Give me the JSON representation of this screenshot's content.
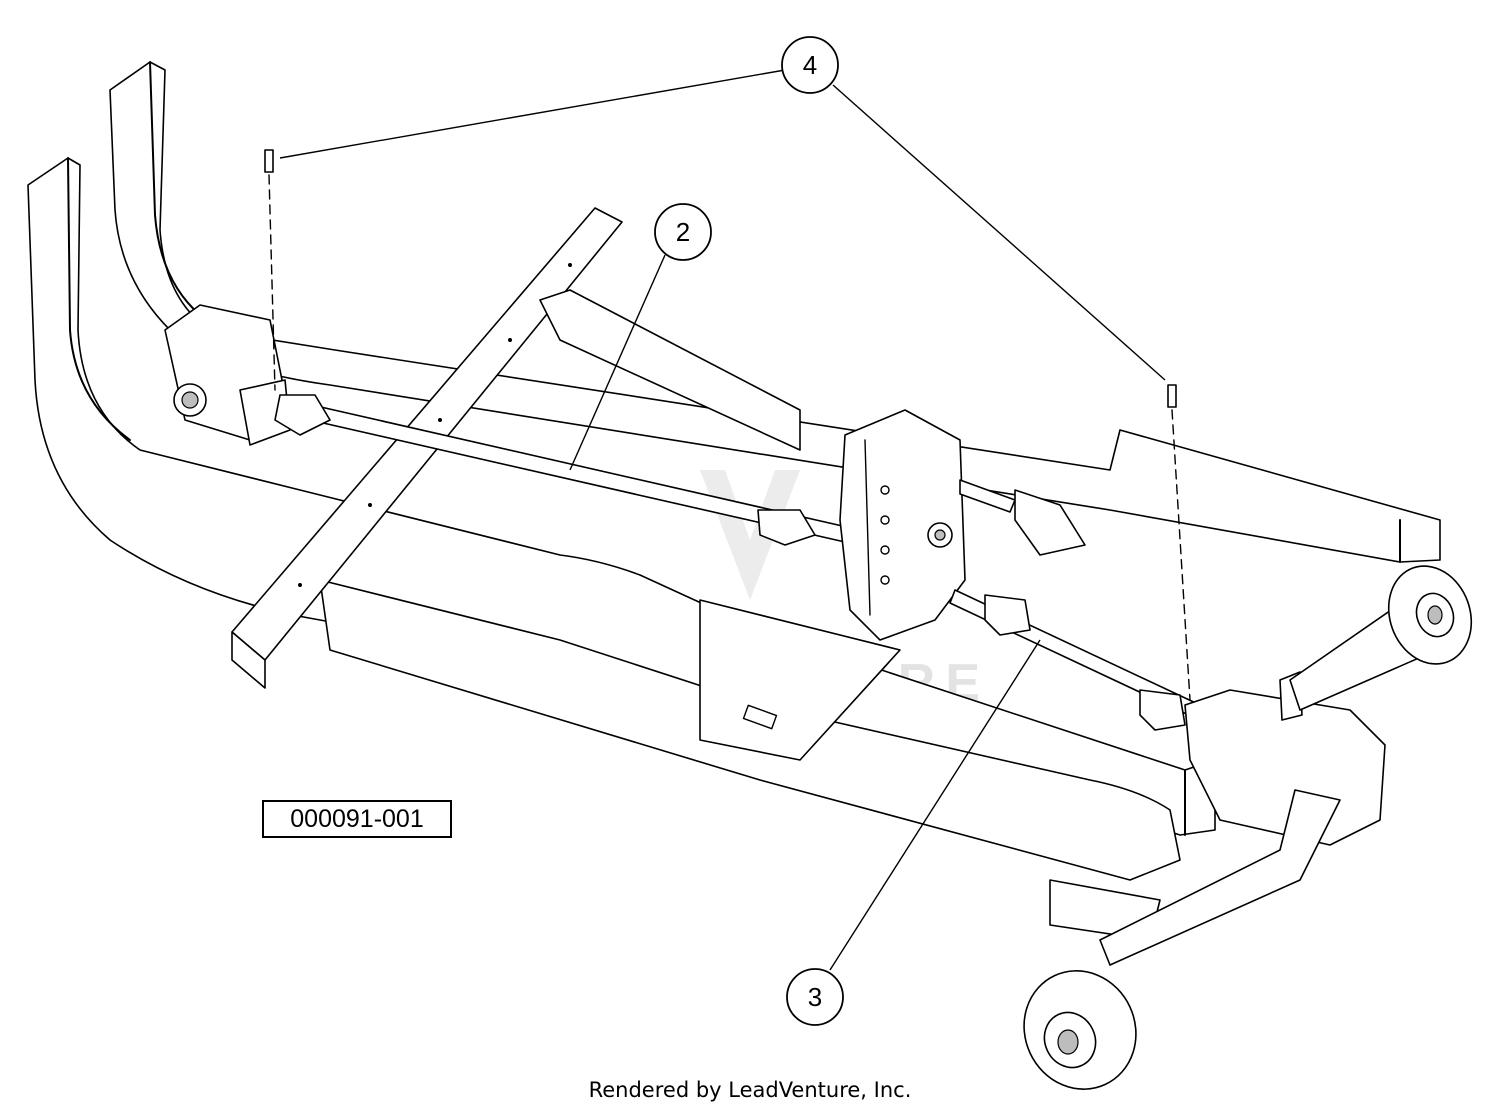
{
  "diagram": {
    "drawing_code": "000091-001",
    "watermark": "LEADVENTURE",
    "callouts": [
      {
        "label": "4"
      },
      {
        "label": "2"
      },
      {
        "label": "3"
      }
    ]
  },
  "footer": {
    "text": "Rendered by LeadVenture, Inc."
  }
}
